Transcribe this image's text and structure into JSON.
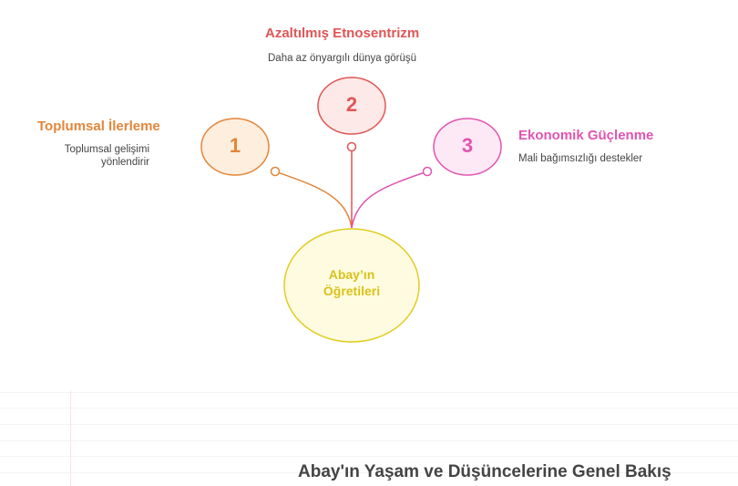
{
  "center": {
    "line1": "Abay’ın",
    "line2": "Öğretileri"
  },
  "branches": [
    {
      "number": "1",
      "title": "Toplumsal İlerleme",
      "desc1": "Toplumsal gelişimi",
      "desc2": "yönlendirir",
      "color": "#e2863a",
      "fill": "#fdeedd"
    },
    {
      "number": "2",
      "title": "Azaltılmış Etnosentrizm",
      "desc1": "Daha az önyargılı dünya görüşü",
      "color": "#e05555",
      "fill": "#fde9e7"
    },
    {
      "number": "3",
      "title": "Ekonomik Güçlenme",
      "desc1": "Mali bağımsızlığı destekler",
      "color": "#e055b0",
      "fill": "#fde8f5"
    }
  ],
  "footer": "Abay'ın Yaşam ve Düşüncelerine Genel Bakış"
}
